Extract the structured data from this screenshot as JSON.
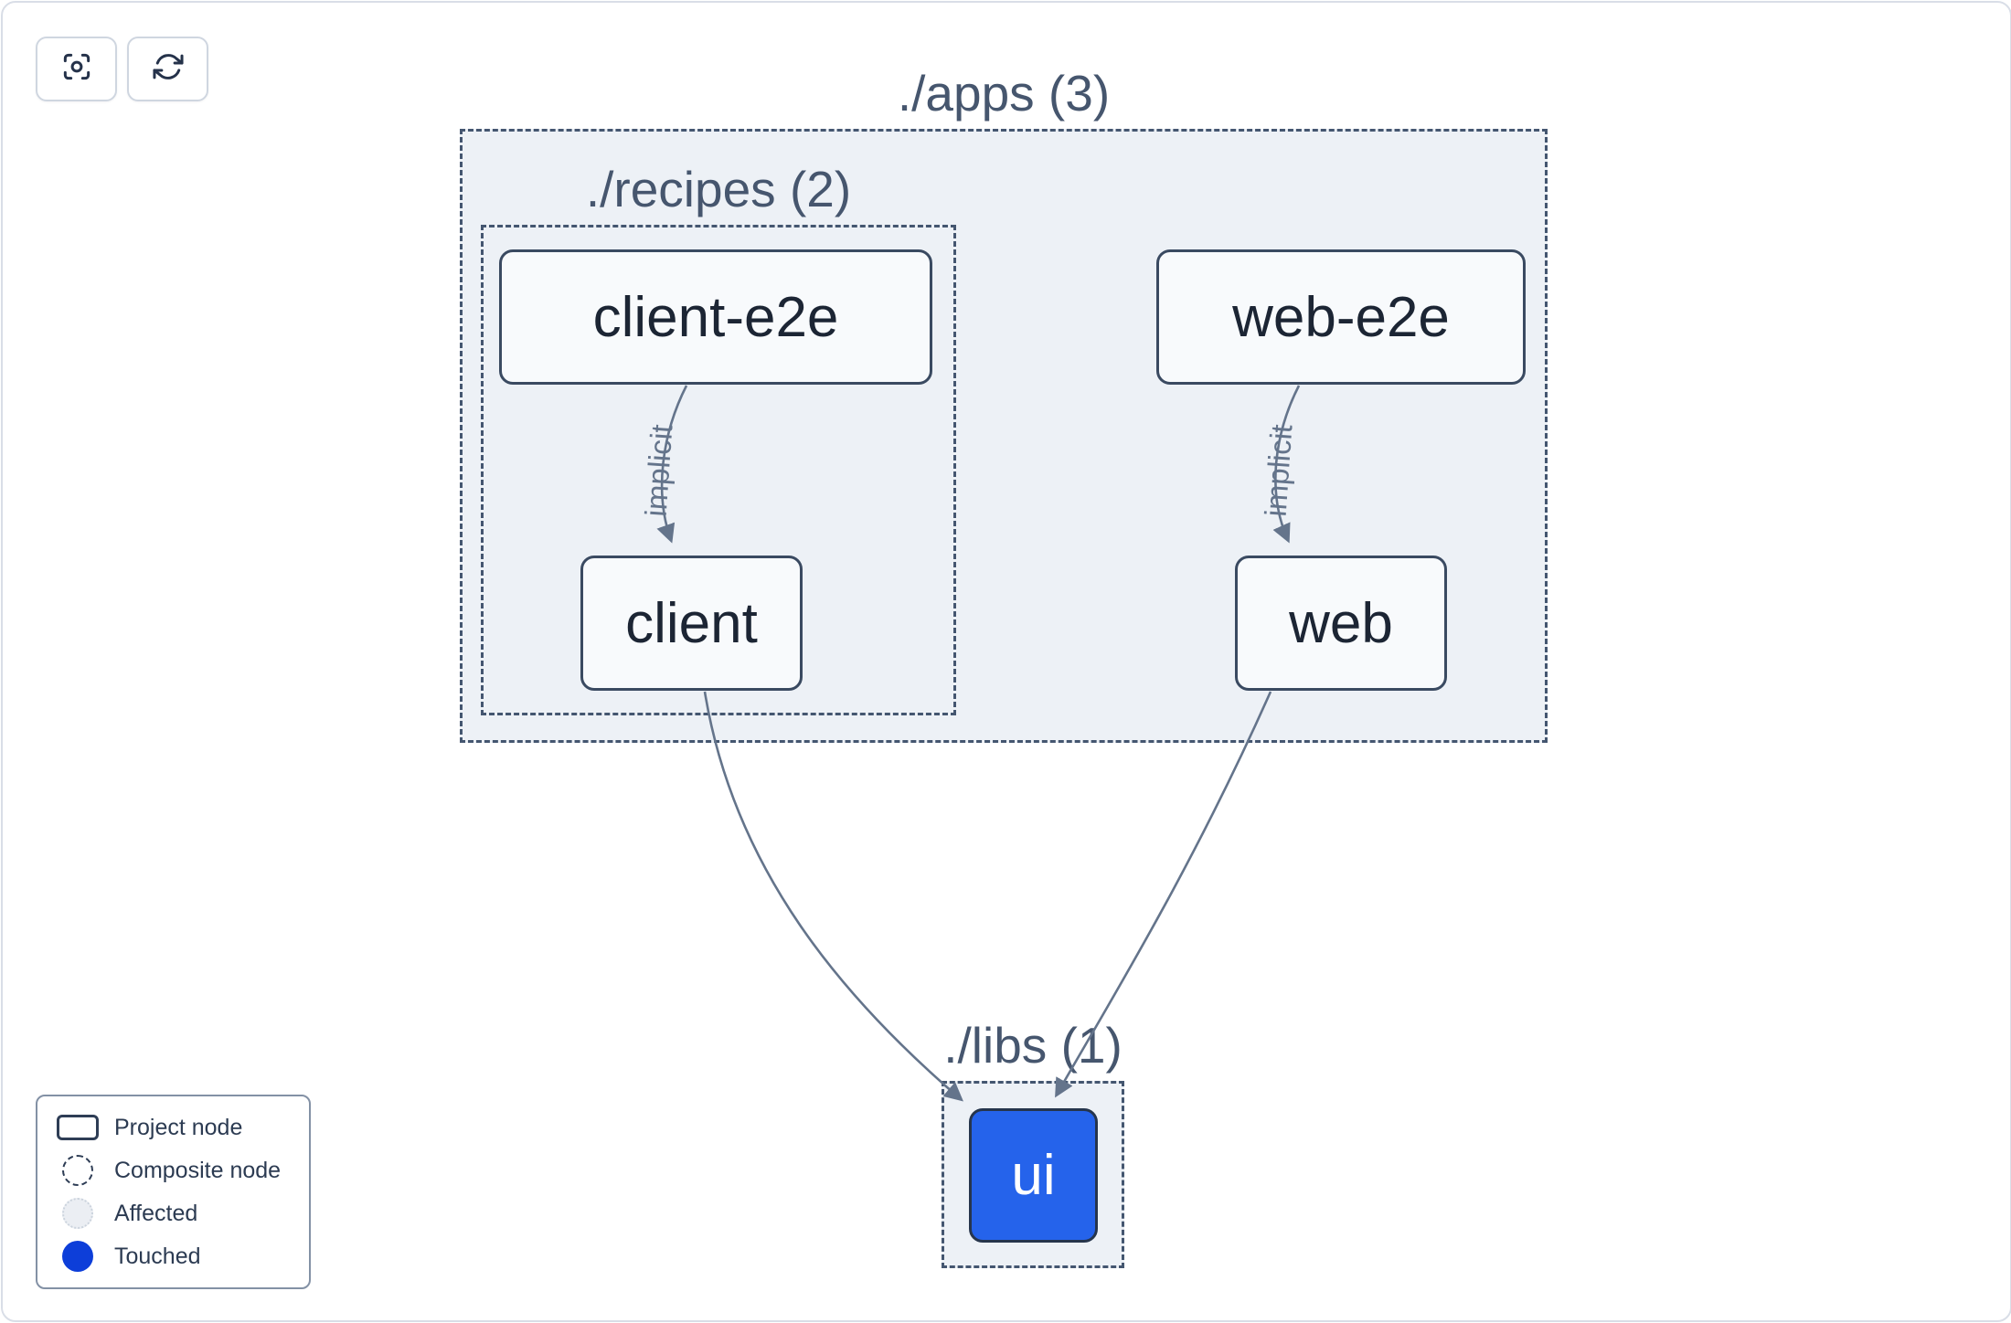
{
  "toolbar": {
    "buttons": [
      {
        "id": "zoom-to-fit",
        "icon": "focus-icon"
      },
      {
        "id": "refresh",
        "icon": "refresh-icon"
      }
    ]
  },
  "graph": {
    "composites": [
      {
        "id": "apps",
        "label": "./apps (3)"
      },
      {
        "id": "recipes",
        "label": "./recipes (2)"
      },
      {
        "id": "libs",
        "label": "./libs (1)"
      }
    ],
    "nodes": [
      {
        "id": "client-e2e",
        "label": "client-e2e",
        "state": "default"
      },
      {
        "id": "web-e2e",
        "label": "web-e2e",
        "state": "default"
      },
      {
        "id": "client",
        "label": "client",
        "state": "default"
      },
      {
        "id": "web",
        "label": "web",
        "state": "default"
      },
      {
        "id": "ui",
        "label": "ui",
        "state": "touched"
      }
    ],
    "edges": [
      {
        "from": "client-e2e",
        "to": "client",
        "label": "implicit"
      },
      {
        "from": "web-e2e",
        "to": "web",
        "label": "implicit"
      },
      {
        "from": "client",
        "to": "ui",
        "label": ""
      },
      {
        "from": "web",
        "to": "ui",
        "label": ""
      }
    ]
  },
  "legend": {
    "items": [
      {
        "symbol": "project-node",
        "label": "Project node"
      },
      {
        "symbol": "composite-node",
        "label": "Composite node"
      },
      {
        "symbol": "affected",
        "label": "Affected"
      },
      {
        "symbol": "touched",
        "label": "Touched"
      }
    ]
  },
  "colors": {
    "touched_node_fill": "#2563eb",
    "touched_legend_dot": "#0d3ed9",
    "edge": "#64748b",
    "composite_fill": "#edf1f6",
    "dashed_border": "#445670",
    "node_fill": "#f8fafc",
    "node_border": "#3a4a61",
    "node_text": "#1c2534",
    "composite_label_text": "#46566e"
  }
}
